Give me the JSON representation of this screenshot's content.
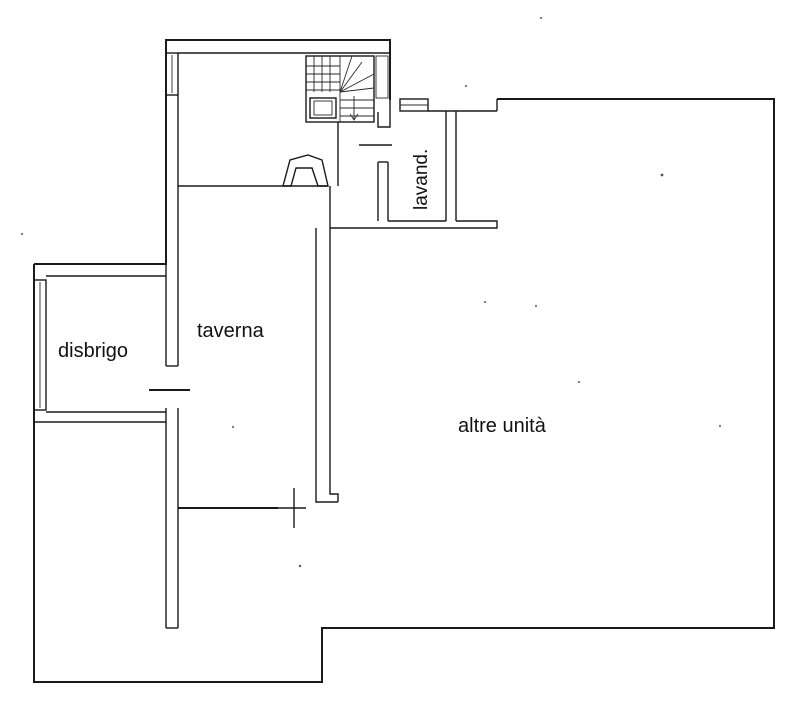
{
  "rooms": {
    "taverna": "taverna",
    "disbrigo": "disbrigo",
    "lavanderia": "lavand.",
    "altre_unita": "altre unità"
  }
}
